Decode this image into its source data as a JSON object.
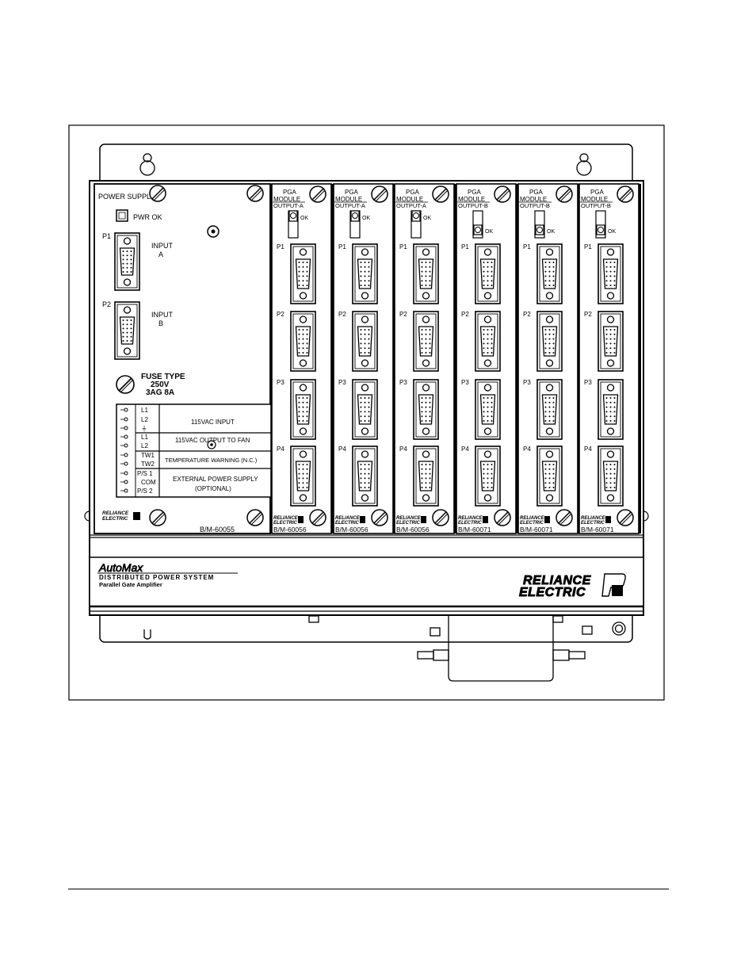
{
  "power_supply": {
    "title": "POWER SUPPLY",
    "pwr_ok": "PWR OK",
    "p1": "P1",
    "input_a": [
      "INPUT",
      "A"
    ],
    "p2": "P2",
    "input_b": [
      "INPUT",
      "B"
    ],
    "fuse": [
      "FUSE TYPE",
      "250V",
      "3AG 8A"
    ],
    "terminals": [
      "L1",
      "L2",
      "⏚",
      "L1",
      "L2",
      "TW1",
      "TW2",
      "P/S 1",
      "COM",
      "P/S 2"
    ],
    "rows": [
      "115VAC INPUT",
      "115VAC OUTPUT TO FAN",
      "TEMPERATURE WARNING (N.C.)",
      "EXTERNAL POWER SUPPLY",
      "(OPTIONAL)"
    ],
    "part_number": "B/M-60055",
    "logo": [
      "RELIANCE",
      "ELECTRIC"
    ]
  },
  "pga_modules": [
    {
      "title": [
        "PGA",
        "MODULE",
        "OUTPUT-A"
      ],
      "ok": "OK",
      "ports": [
        "P1",
        "P2",
        "P3",
        "P4"
      ],
      "part_number": "B/M-60056"
    },
    {
      "title": [
        "PGA",
        "MODULE",
        "OUTPUT-A"
      ],
      "ok": "OK",
      "ports": [
        "P1",
        "P2",
        "P3",
        "P4"
      ],
      "part_number": "B/M-60056"
    },
    {
      "title": [
        "PGA",
        "MODULE",
        "OUTPUT-A"
      ],
      "ok": "OK",
      "ports": [
        "P1",
        "P2",
        "P3",
        "P4"
      ],
      "part_number": "B/M-60056"
    },
    {
      "title": [
        "PGA",
        "MODULE",
        "OUTPUT-B"
      ],
      "ok": "OK",
      "ports": [
        "P1",
        "P2",
        "P3",
        "P4"
      ],
      "part_number": "B/M-60071"
    },
    {
      "title": [
        "PGA",
        "MODULE",
        "OUTPUT-B"
      ],
      "ok": "OK",
      "ports": [
        "P1",
        "P2",
        "P3",
        "P4"
      ],
      "part_number": "B/M-60071"
    },
    {
      "title": [
        "PGA",
        "MODULE",
        "OUTPUT-B"
      ],
      "ok": "OK",
      "ports": [
        "P1",
        "P2",
        "P3",
        "P4"
      ],
      "part_number": "B/M-60071"
    }
  ],
  "front_label": {
    "brand": "AutoMax",
    "line1": "DISTRIBUTED POWER SYSTEM",
    "line2": "Parallel Gate Amplifier",
    "logo": [
      "RELIANCE",
      "ELECTRIC"
    ]
  }
}
